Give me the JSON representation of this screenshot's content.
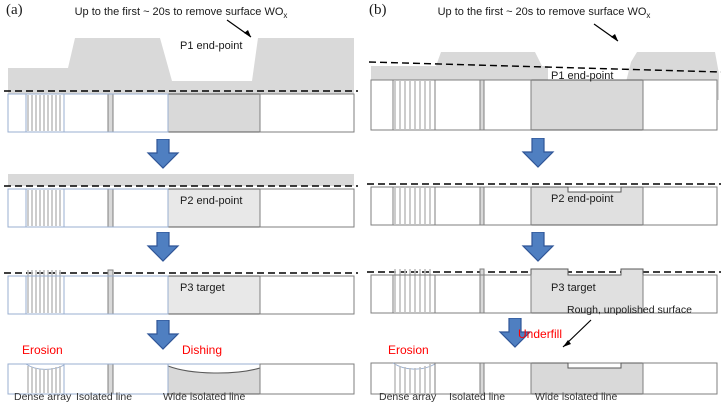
{
  "figure": {
    "title_a": "(a)",
    "title_b": "(b)",
    "caption": "Up to the first ~ 20s to remove surface WO",
    "caption_sub": "x"
  },
  "panel_a": {
    "label": "(a)",
    "caption": "Up to the first ~ 20s to remove surface WO",
    "caption_sub": "x",
    "stages": [
      {
        "name": "p1",
        "label": "P1 end-point"
      },
      {
        "name": "p2",
        "label": "P2 end-point"
      },
      {
        "name": "p3",
        "label": "P3 target"
      },
      {
        "name": "final",
        "label": ""
      }
    ],
    "annotations": {
      "erosion": "Erosion",
      "defect": "Dishing"
    },
    "bottom_labels": [
      "Dense array",
      "Isolated line",
      "Wide isolated line"
    ]
  },
  "panel_b": {
    "label": "(b)",
    "caption": "Up to the first ~ 20s to remove surface WO",
    "caption_sub": "x",
    "stages": [
      {
        "name": "p1",
        "label": "P1 end-point"
      },
      {
        "name": "p2",
        "label": "P2 end-point"
      },
      {
        "name": "p3",
        "label": "P3 target"
      },
      {
        "name": "final",
        "label": ""
      }
    ],
    "annotations": {
      "erosion": "Erosion",
      "defect": "Underfill",
      "rough_surface": "Rough, unpolished surface"
    },
    "bottom_labels": [
      "Dense array",
      "Isolated line",
      "Wide isolated line"
    ]
  },
  "colors": {
    "fill_gray": "#d9d9d9",
    "outline_gray": "#7f7f7f",
    "outline_blue": "#9aafd0",
    "outline_dark": "#595959",
    "arrow_fill": "#4f7fc1",
    "arrow_stroke": "#2f5597",
    "red": "#ff0000",
    "text": "#1a1a1a",
    "bottom_text": "#333333",
    "dashed_line": "#000000"
  },
  "icons": {
    "down_arrow": "down-block-arrow-icon",
    "pointer": "annotation-arrow-icon"
  }
}
